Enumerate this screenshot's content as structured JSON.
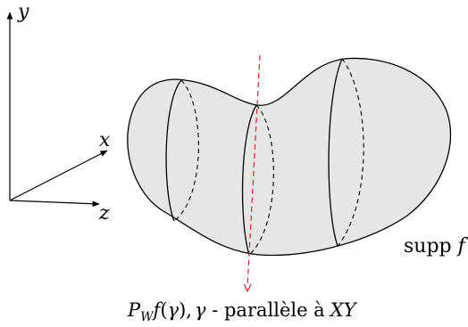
{
  "axes": {
    "y_label": "y",
    "x_label": "x",
    "z_label": "z"
  },
  "support_label": {
    "prefix": "supp",
    "symbol": "f"
  },
  "caption": {
    "P": "P",
    "subscript": "W",
    "f": "f",
    "gamma_open": "(",
    "gamma": "γ",
    "gamma_close": ")",
    "comma": ",",
    "gamma2": "γ",
    "dash": " - ",
    "text": "parallèle à",
    "plane": "XY"
  },
  "colors": {
    "body_fill": "#e6e6e6",
    "stroke": "#000000",
    "ray": "#e8202a"
  }
}
